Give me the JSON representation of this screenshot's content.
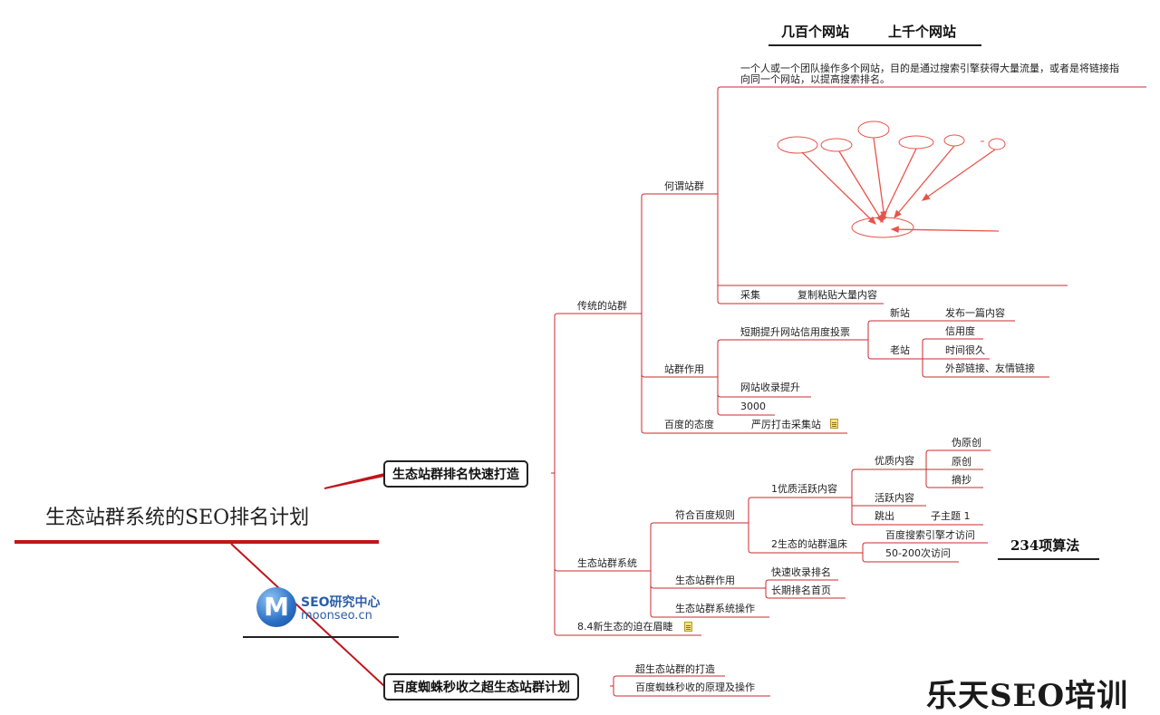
{
  "root": "生态站群系统的SEO排名计划",
  "branch1": {
    "title": "生态站群排名快速打造",
    "traditional": {
      "label": "传统的站群",
      "what_is": "何谓站群",
      "definition_line1": "一个人或一个团队操作多个网站，目的是通过搜索引擎获得大量流量，或者是将链接指",
      "definition_line2": "向同一个网站，以提高搜索排名。",
      "collect": "采集",
      "copy_paste": "复制粘贴大量内容",
      "role": "站群作用",
      "boost_credit": "短期提升网站信用度投票",
      "new_site": "新站",
      "publish_article": "发布一篇内容",
      "old_site": "老站",
      "credibility": "信用度",
      "long_time": "时间很久",
      "ext_links": "外部链接、友情链接",
      "indexing_boost": "网站收录提升",
      "num_3000": "3000",
      "baidu_attitude": "百度的态度",
      "crackdown": "严厉打击采集站"
    },
    "eco": {
      "label": "生态站群系统",
      "rules": "符合百度规则",
      "quality_active": "1优质活跃内容",
      "quality_content": "优质内容",
      "pseudo_original": "伪原创",
      "original": "原创",
      "excerpt": "摘抄",
      "active_content": "活跃内容",
      "bounce": "跳出",
      "subtopic": "子主题 1",
      "hotbed": "2生态的站群温床",
      "baidu_visit": "百度搜索引擎才访问",
      "visits": "50-200次访问",
      "role": "生态站群作用",
      "fast_index": "快速收录排名",
      "long_top": "长期排名首页",
      "ops": "生态站群系统操作"
    },
    "urgent": "8.4新生态的迫在眉睫"
  },
  "branch2": {
    "title": "百度蜘蛛秒收之超生态站群计划",
    "super_build": "超生态站群的打造",
    "spider_principle": "百度蜘蛛秒收的原理及操作"
  },
  "headings": {
    "hundreds": "几百个网站",
    "thousands": "上千个网站",
    "algorithms": "234项算法"
  },
  "logo": {
    "letter": "M",
    "name": "SEO研究中心",
    "domain": "moonseo.cn"
  },
  "watermark": "乐天SEO培训",
  "colors": {
    "line_red": "#c0151b",
    "branch_red": "#cc2a2f",
    "sketch_red": "#e8544a",
    "box_border": "#222222",
    "logo_blue": "#2a6fc4"
  }
}
